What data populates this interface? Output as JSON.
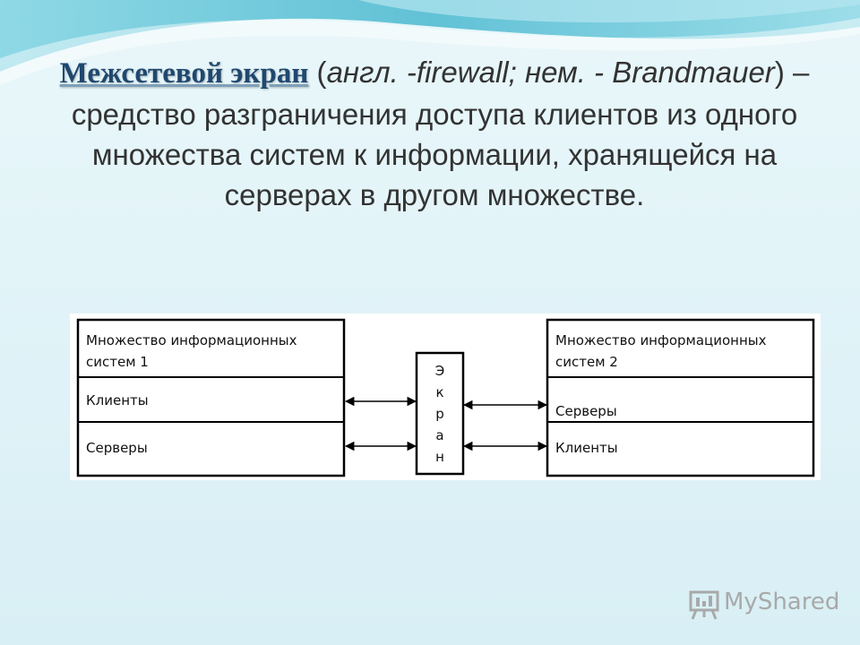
{
  "heading": {
    "term": "Межсетевой экран",
    "paren_open": " (",
    "aliases": "англ. -firewall; нем. - Brandmauer",
    "paren_close": ")",
    "definition": " – средство разграничения доступа клиентов из одного множества систем к информации, хранящейся на серверах в другом множестве."
  },
  "diagram": {
    "left_box": {
      "title_line1": "Множество информационных",
      "title_line2": "систем 1",
      "row1": "Клиенты",
      "row2": "Серверы"
    },
    "firewall_letters": [
      "Э",
      "к",
      "р",
      "а",
      "н"
    ],
    "right_box": {
      "title_line1": "Множество информационных",
      "title_line2": "систем 2",
      "row1": "Серверы",
      "row2": "Клиенты"
    }
  },
  "watermark": {
    "text": "MyShared",
    "icon": "presentation-board-icon"
  },
  "colors": {
    "background": "#dff2f7",
    "wave": "#5fc3d6",
    "term": "#1f4870"
  }
}
